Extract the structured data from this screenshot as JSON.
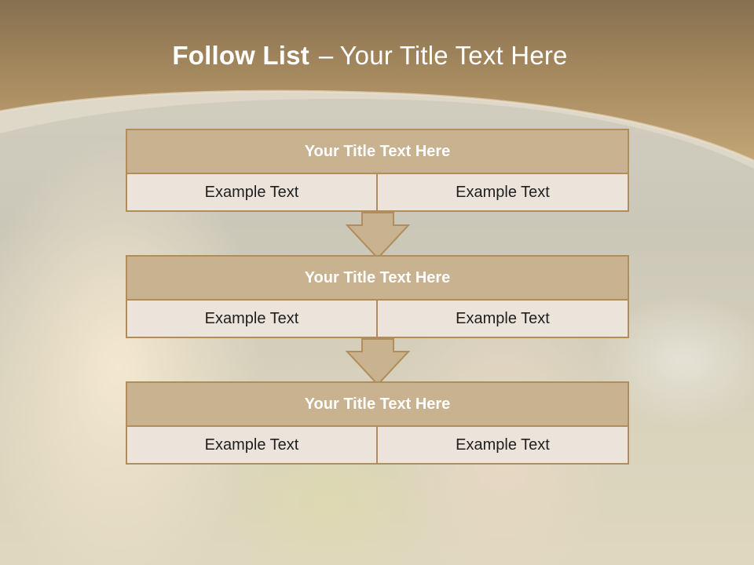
{
  "slide": {
    "title_bold": "Follow List",
    "title_dash": "–",
    "title_rest": "Your Title Text Here"
  },
  "blocks": [
    {
      "title": "Your Title Text Here",
      "left": "Example Text",
      "right": "Example Text"
    },
    {
      "title": "Your Title Text Here",
      "left": "Example Text",
      "right": "Example Text"
    },
    {
      "title": "Your Title Text Here",
      "left": "Example Text",
      "right": "Example Text"
    }
  ],
  "colors": {
    "header_band": "#9b7e56",
    "title_fill": "#c8b28f",
    "border": "#b08d5a",
    "cell_fill": "#ece4da"
  }
}
